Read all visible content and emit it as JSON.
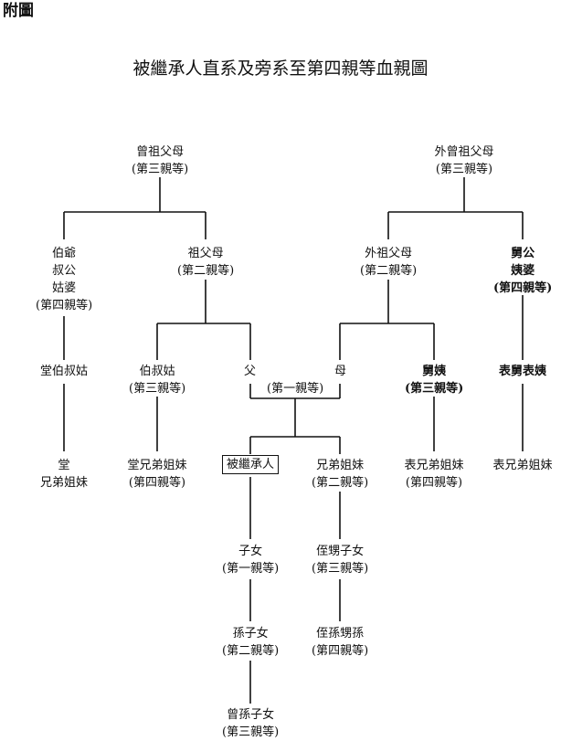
{
  "corner_label": "附圖",
  "title": "被繼承人直系及旁系至第四親等血親圖",
  "nodes": {
    "great_grandparents": [
      "曾祖父母",
      "(第三親等)"
    ],
    "maternal_great_grandparents": [
      "外曾祖父母",
      "(第三親等)"
    ],
    "granduncles": [
      "伯爺",
      "叔公",
      "姑婆",
      "(第四親等)"
    ],
    "grandparents": [
      "祖父母",
      "(第二親等)"
    ],
    "maternal_grandparents": [
      "外祖父母",
      "(第二親等)"
    ],
    "maternal_granduncles": [
      "舅公",
      "姨婆",
      "(第四親等)"
    ],
    "paternal_cousin_parents": [
      "堂伯叔姑"
    ],
    "uncles_aunts": [
      "伯叔姑",
      "(第三親等)"
    ],
    "parents_degree": [
      "(第一親等)"
    ],
    "maternal_uncles_aunts": [
      "舅姨",
      "(第三親等)"
    ],
    "maternal_cousin_parents": [
      "表舅表姨"
    ],
    "paternal_second_cousins": [
      "堂",
      "兄弟姐妹"
    ],
    "paternal_cousins": [
      "堂兄弟姐妹",
      "(第四親等)"
    ],
    "decedent": [
      "被繼承人"
    ],
    "siblings": [
      "兄弟姐妹",
      "(第二親等)"
    ],
    "maternal_cousins": [
      "表兄弟姐妹",
      "(第四親等)"
    ],
    "maternal_second_cousins": [
      "表兄弟姐妹"
    ],
    "children": [
      "子女",
      "(第一親等)"
    ],
    "nephews_nieces": [
      "侄甥子女",
      "(第三親等)"
    ],
    "grandchildren": [
      "孫子女",
      "(第二親等)"
    ],
    "grandnephews": [
      "侄孫甥孫",
      "(第四親等)"
    ],
    "great_grandchildren": [
      "曾孫子女",
      "(第三親等)"
    ]
  },
  "father_label": "父",
  "mother_label": "母"
}
